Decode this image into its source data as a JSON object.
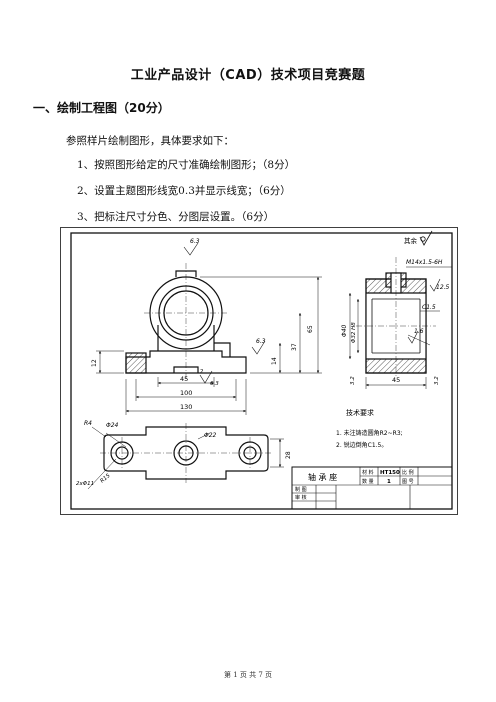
{
  "title": "工业产品设计（CAD）技术项目竞赛题",
  "section_heading": "一、绘制工程图（20分）",
  "intro": "参照样片绘制图形，具体要求如下：",
  "requirements": [
    "1、按照图形给定的尺寸准确绘制图形；（8分）",
    "2、设置主题图形线宽0.3并显示线宽；（6分）",
    "3、把标注尺寸分色、分图层设置。（6分）"
  ],
  "drawing": {
    "roughness_other": "其余",
    "dims": {
      "thread": "M14x1.5-6H",
      "ra125": "12.5",
      "d40": "Φ40",
      "d32": "Φ32 H8",
      "c15": "C1.5",
      "ra16": "1.6",
      "ra32_left": "3.2",
      "w45_side": "45",
      "ra32_right": "3.2",
      "ra63_top": "6.3",
      "h65": "65",
      "ra63_mid": "6.3",
      "h14": "14",
      "h37": "37",
      "w45_front": "45",
      "h12": "12",
      "d2": "2",
      "ra63_base": "6.3",
      "w100": "100",
      "w130": "130",
      "r4": "R4",
      "d24": "Φ24",
      "d22": "Φ22",
      "h28": "28",
      "holes": "2xΦ11",
      "r15": "R15"
    },
    "tech_title": "技术要求",
    "tech_notes": [
      "1. 未注铸造圆角R2~R3;",
      "2. 锐边倒角C1.5。"
    ],
    "title_block": {
      "part_name": "轴 承 座",
      "material_label": "材 料",
      "material_value": "HT150",
      "scale_label": "比 例",
      "qty_label": "数 量",
      "qty_value": "1",
      "drawing_no_label": "图 号",
      "drawn_label": "制 图",
      "checked_label": "审 核"
    }
  },
  "footer": "第 1 页 共 7 页"
}
